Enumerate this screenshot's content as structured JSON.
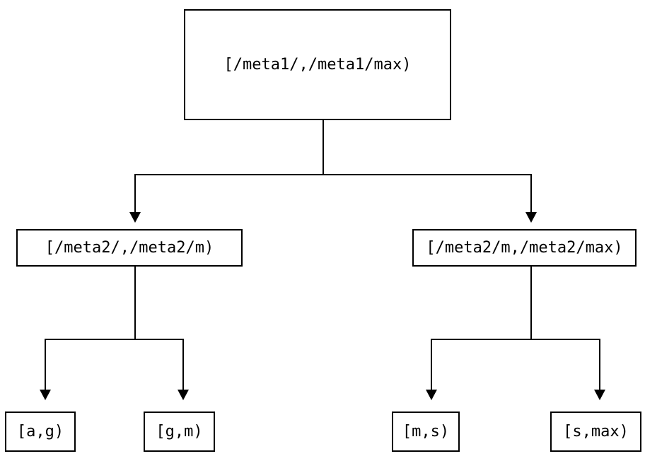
{
  "diagram": {
    "type": "tree",
    "colors": {
      "background": "#ffffff",
      "line": "#000000",
      "text": "#000000"
    },
    "nodes": {
      "root": {
        "label": "[/meta1/,/meta1/max)"
      },
      "left": {
        "label": "[/meta2/,/meta2/m)"
      },
      "right": {
        "label": "[/meta2/m,/meta2/max)"
      },
      "leaf_ag": {
        "label": "[a,g)"
      },
      "leaf_gm": {
        "label": "[g,m)"
      },
      "leaf_ms": {
        "label": "[m,s)"
      },
      "leaf_smax": {
        "label": "[s,max)"
      }
    },
    "edges": [
      {
        "from": "root",
        "to": "left"
      },
      {
        "from": "root",
        "to": "right"
      },
      {
        "from": "left",
        "to": "leaf_ag"
      },
      {
        "from": "left",
        "to": "leaf_gm"
      },
      {
        "from": "right",
        "to": "leaf_ms"
      },
      {
        "from": "right",
        "to": "leaf_smax"
      }
    ]
  }
}
